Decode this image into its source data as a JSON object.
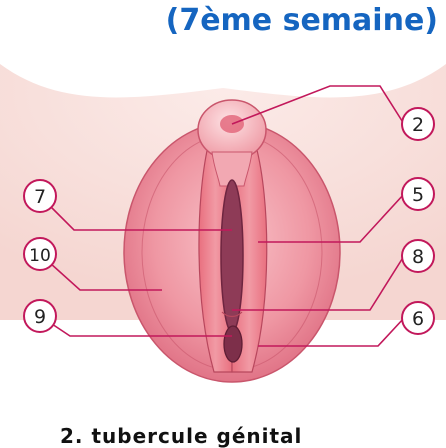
{
  "title": "(7ème semaine)",
  "caption": "2. tubercule génital",
  "callouts": {
    "c2": "2",
    "c5": "5",
    "c6": "6",
    "c7": "7",
    "c8": "8",
    "c9": "9",
    "c10": "10"
  },
  "colors": {
    "title": "#1565c0",
    "leader_line": "#c2185b",
    "tissue": "#ef9aa5",
    "groove": "#8e3b57"
  }
}
